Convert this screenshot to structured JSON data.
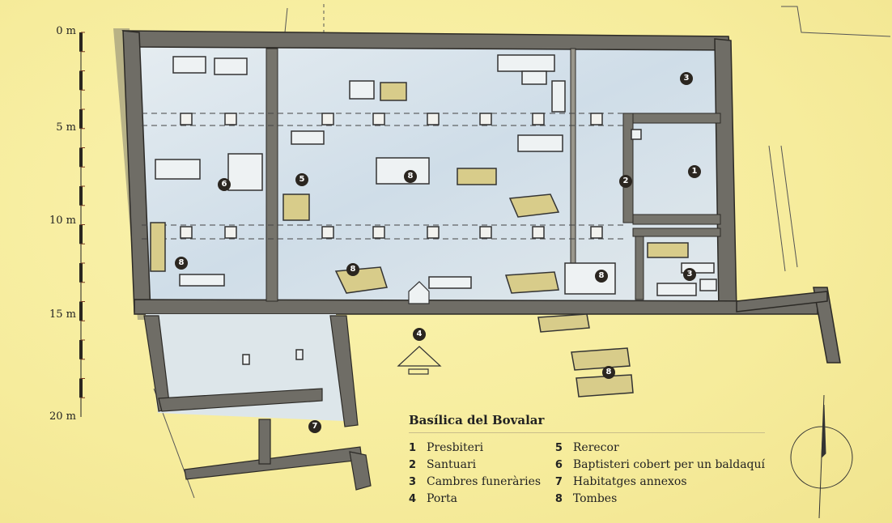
{
  "title": "Basílica del Bovalar",
  "scale": {
    "unit": "m",
    "labels": [
      "0 m",
      "5 m",
      "10 m",
      "15 m",
      "20 m"
    ],
    "range_m": [
      0,
      20
    ]
  },
  "legend": [
    {
      "num": "1",
      "label": "Presbiteri"
    },
    {
      "num": "2",
      "label": "Santuari"
    },
    {
      "num": "3",
      "label": "Cambres funeràries"
    },
    {
      "num": "4",
      "label": "Porta"
    },
    {
      "num": "5",
      "label": "Rerecor"
    },
    {
      "num": "6",
      "label": "Baptisteri cobert per un baldaquí"
    },
    {
      "num": "7",
      "label": "Habitatges annexos"
    },
    {
      "num": "8",
      "label": "Tombes"
    }
  ],
  "markers": [
    "1",
    "2",
    "3",
    "3",
    "4",
    "5",
    "6",
    "7",
    "8",
    "8",
    "8",
    "8",
    "8"
  ],
  "colors": {
    "background": "#f6ec9c",
    "floor": "#d8e3ea",
    "wall": "#6f6d66",
    "marker": "#2b2620",
    "tomb": "#d8cc8a"
  },
  "icons": {
    "compass": "north-arrow-compass-icon",
    "entrance": "entrance-triangle-icon"
  }
}
